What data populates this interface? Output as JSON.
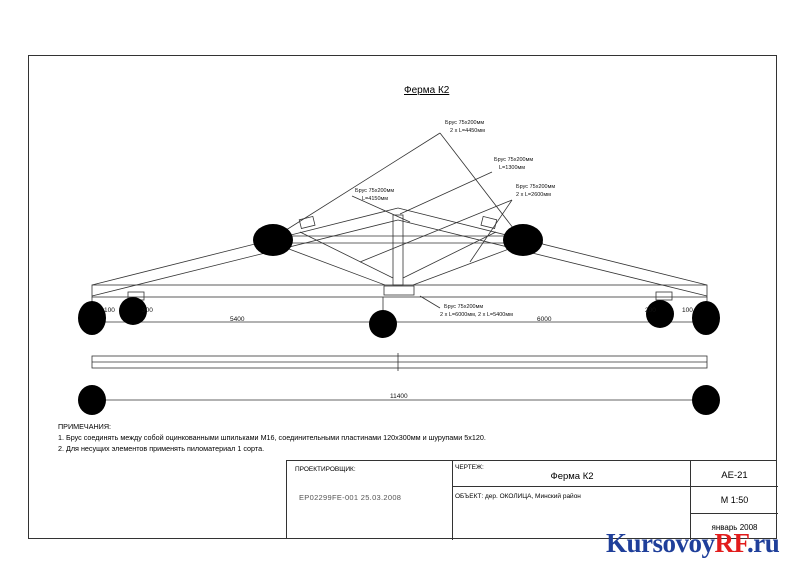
{
  "title": "Ферма К2",
  "callouts": {
    "top": [
      "Брус 75х200мм",
      "2 х L=4450мм"
    ],
    "right1": [
      "Брус 75х200мм",
      "L=1300мм"
    ],
    "right2": [
      "Брус 75х200мм",
      "2 х L=2600мм"
    ],
    "mid": [
      "Брус 75х200мм",
      "L=4150мм"
    ],
    "bottom": [
      "Брус 75х200мм",
      "2 х L=6000мм, 2 х L=5400мм"
    ]
  },
  "dimensions": {
    "left_span": "5400",
    "right_span": "6000",
    "total": "11400",
    "left_small_1": "100",
    "left_small_2": "300",
    "right_small_1": "200",
    "right_small_2": "100"
  },
  "notes": {
    "heading": "ПРИМЕЧАНИЯ:",
    "items": [
      "1. Брус соединять между собой оцинкованными шпильками М16, соединительными пластинами 120х300мм  и шурупами 5х120.",
      "2. Для несущих элементов применять пиломатериал 1 сорта."
    ]
  },
  "title_block": {
    "designer_label": "ПРОЕКТИРОВЩИК:",
    "designer_value": "ЕР02299FE-001  25.03.2008",
    "drawing_label": "ЧЕРТЕЖ:",
    "drawing_name": "Ферма К2",
    "object": "ОБЪЕКТ: дер. ОКОЛИЦА, Минский район",
    "code": "АЕ-21",
    "scale": "М 1:50",
    "date": "январь 2008"
  },
  "watermark": {
    "part1": "Kursovoy",
    "part2": "RF",
    "part3": ".ru"
  }
}
